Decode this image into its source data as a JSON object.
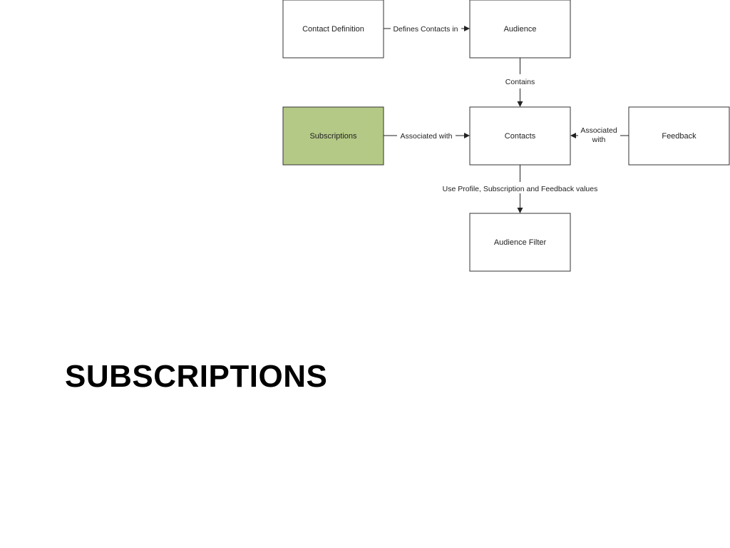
{
  "slide": {
    "title": "SUBSCRIPTIONS"
  },
  "colors": {
    "highlight_fill": "#b4c985",
    "box_stroke": "#333333",
    "box_fill": "#ffffff"
  },
  "nodes": {
    "contact_definition": "Contact Definition",
    "audience": "Audience",
    "subscriptions": "Subscriptions",
    "contacts": "Contacts",
    "feedback": "Feedback",
    "audience_filter": "Audience Filter"
  },
  "edges": {
    "defines_contacts_in": "Defines Contacts in",
    "contains": "Contains",
    "subscriptions_associated_with": "Associated with",
    "feedback_associated_with_line1": "Associated",
    "feedback_associated_with_line2": "with",
    "use_values": "Use Profile, Subscription and Feedback values"
  }
}
